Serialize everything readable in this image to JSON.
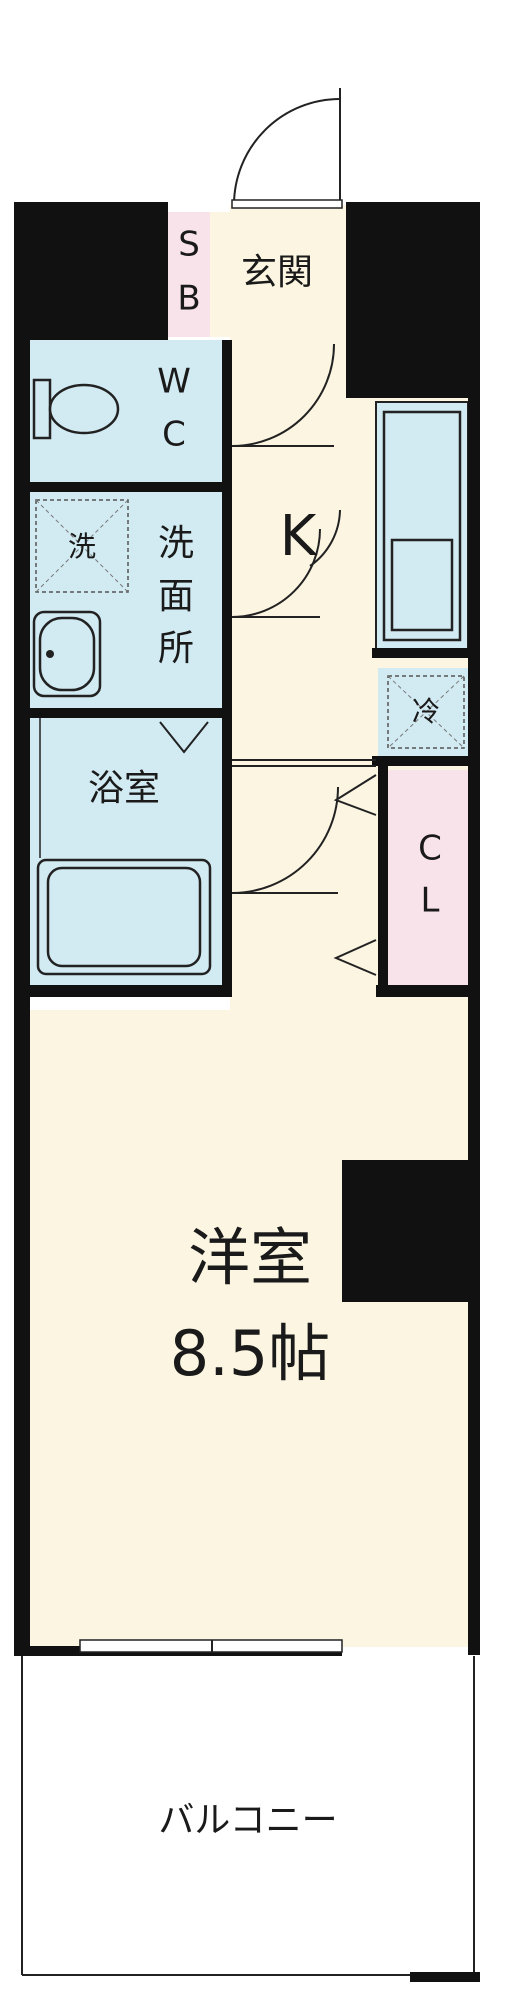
{
  "colors": {
    "wall": "#111111",
    "floor": "#fbf5e1",
    "wet": "#d2ebf3",
    "storage": "#f8e3ea",
    "balcony": "#ffffff"
  },
  "rooms": {
    "sb": {
      "l1": "S",
      "l2": "B"
    },
    "genkan": "玄関",
    "wc": {
      "l1": "W",
      "l2": "C"
    },
    "kitchen": "K",
    "washer": "洗",
    "senmenjo": {
      "l1": "洗",
      "l2": "面",
      "l3": "所"
    },
    "fridge": "冷",
    "bath": "浴室",
    "cl": {
      "l1": "C",
      "l2": "L"
    },
    "western": {
      "name": "洋室",
      "size": "8.5帖"
    },
    "balcony": "バルコニー"
  },
  "icons": [
    "door-swing-icon",
    "toilet-icon",
    "sink-icon",
    "bathtub-icon",
    "washer-space-icon",
    "fridge-space-icon",
    "kitchen-counter-icon"
  ]
}
